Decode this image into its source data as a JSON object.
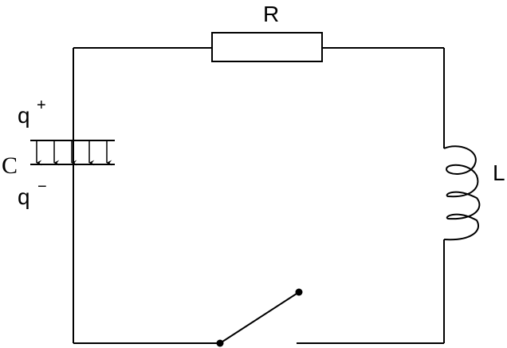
{
  "diagram": {
    "resistor_label": "R",
    "inductor_label": "L",
    "capacitor_label": "C",
    "charge_positive": {
      "symbol": "q",
      "sign": "+"
    },
    "charge_negative": {
      "symbol": "q",
      "sign": "−"
    }
  },
  "colors": {
    "stroke": "#000000",
    "background": "#ffffff"
  }
}
